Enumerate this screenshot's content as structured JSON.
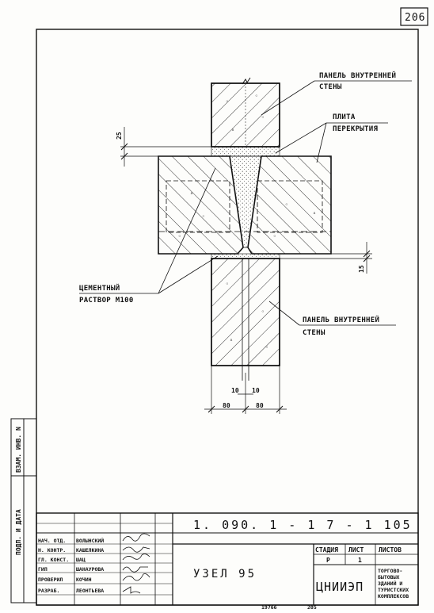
{
  "sheet": {
    "number": "206"
  },
  "labels": {
    "panel_top_l1": "ПАНЕЛЬ ВНУТРЕННЕЙ",
    "panel_top_l2": "СТЕНЫ",
    "slab_l1": "ПЛИТА",
    "slab_l2": "ПЕРЕКРЫТИЯ",
    "mortar_l1": "ЦЕМЕНТНЫЙ",
    "mortar_l2": "РАСТВОР М100",
    "panel_bottom_l1": "ПАНЕЛЬ ВНУТРЕННЕЙ",
    "panel_bottom_l2": "СТЕНЫ"
  },
  "dimensions": {
    "top_gap": "25",
    "bottom_gap": "15",
    "left_10": "10",
    "right_10": "10",
    "left_80": "80",
    "right_80": "80"
  },
  "margin": {
    "stamp": "ВЗАМ. ИНВ. N",
    "sign_date": "ПОДП. И ДАТА"
  },
  "title_block": {
    "designation": "1. 090. 1 - 1  7 - 1   105",
    "title": "УЗЕЛ  95",
    "stage_header": "СТАДИЯ",
    "sheet_header": "ЛИСТ",
    "sheets_header": "ЛИСТОВ",
    "stage_value": "Р",
    "sheet_value": "1",
    "org_name": "ЦНИИЭП",
    "org_desc_l1": "ТОРГОВО-",
    "org_desc_l2": "БЫТОВЫХ",
    "org_desc_l3": "ЗДАНИЙ И",
    "org_desc_l4": "ТУРИСТСКИХ",
    "org_desc_l5": "КОМПЛЕКСОВ",
    "rows": [
      {
        "role": "НАЧ. ОТД.",
        "name": "ВОЛЫНСКИЙ"
      },
      {
        "role": "Н. КОНТР.",
        "name": "КАШЕЛКИНА"
      },
      {
        "role": "ГЛ. КОНСТ.",
        "name": "ШАЦ"
      },
      {
        "role": "ГИП",
        "name": "ШАНАУРОВА"
      },
      {
        "role": "ПРОВЕРИЛ",
        "name": "КОЧИН"
      },
      {
        "role": "РАЗРАБ.",
        "name": "ЛЕОНТЬЕВА"
      }
    ]
  },
  "footer": {
    "inventory": "19766",
    "sheet_no": "205"
  }
}
